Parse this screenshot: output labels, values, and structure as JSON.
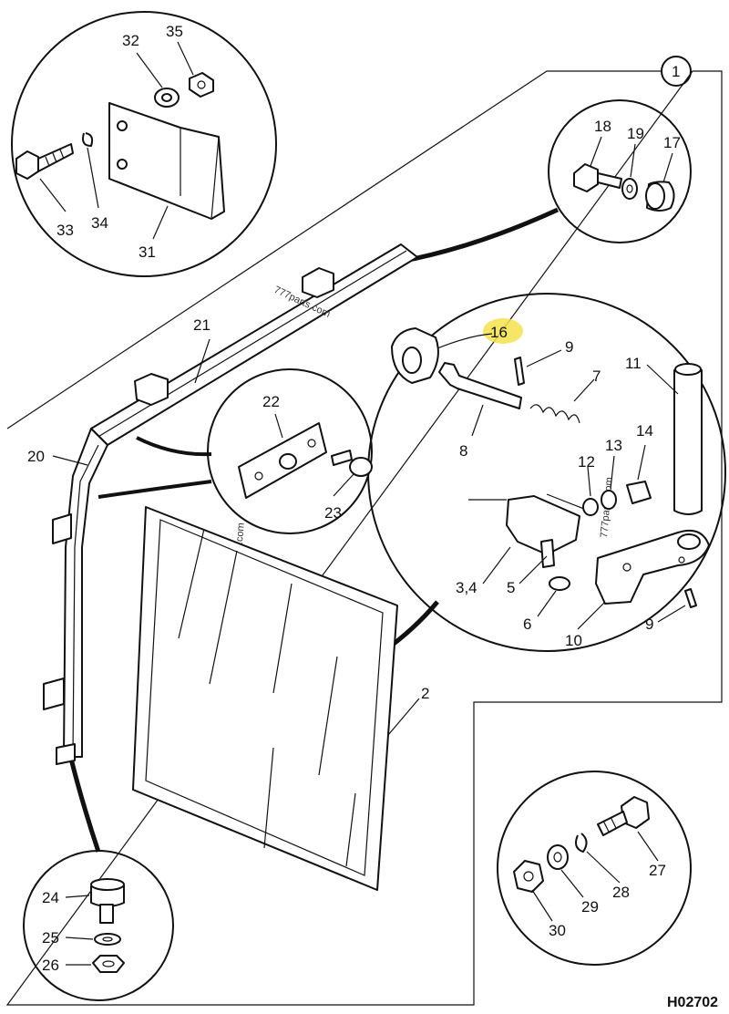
{
  "drawing_code": "H02702",
  "assembly_ref": "1",
  "watermark": "777parts.com",
  "highlight_color": "#f5e24a",
  "callouts": {
    "p1": "1",
    "p2": "2",
    "p34": "3,4",
    "p5": "5",
    "p6": "6",
    "p7": "7",
    "p8": "8",
    "p9a": "9",
    "p9b": "9",
    "p10": "10",
    "p11": "11",
    "p12": "12",
    "p13": "13",
    "p14": "14",
    "p16": "16",
    "p17": "17",
    "p18": "18",
    "p19": "19",
    "p20": "20",
    "p21": "21",
    "p22": "22",
    "p23": "23",
    "p24": "24",
    "p25": "25",
    "p26": "26",
    "p27": "27",
    "p28": "28",
    "p29": "29",
    "p30": "30",
    "p31": "31",
    "p32": "32",
    "p33": "33",
    "p34b": "34",
    "p35": "35"
  }
}
